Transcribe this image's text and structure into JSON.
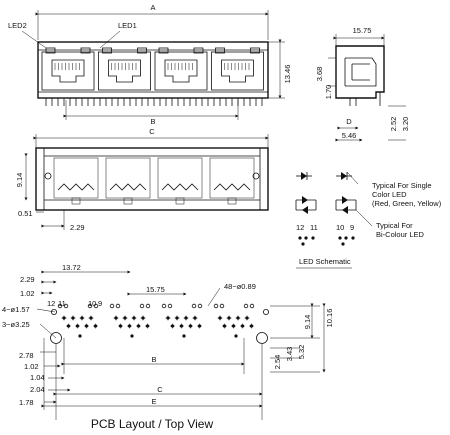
{
  "front_view": {
    "dim_a": "A",
    "dim_b": "B",
    "height": "13.46",
    "led2": "LED2",
    "led1": "LED1"
  },
  "side_view": {
    "width": "15.75",
    "d1": "3.68",
    "d2": "1.70",
    "d3": "2.52",
    "d4": "3.20",
    "dim_d": "D",
    "base": "5.46"
  },
  "bottom_view": {
    "dim_c": "C",
    "height": "9.14",
    "edge": "0.51",
    "pitch": "2.29"
  },
  "led_schematic": {
    "single": "Typical For Single Color LED (Red, Green, Yellow)",
    "single_line1": "Typical For Single",
    "single_line2": "Color LED",
    "single_line3": "(Red, Green, Yellow)",
    "bi_line1": "Typical For",
    "bi_line2": "Bi-Colour LED",
    "pins_a": [
      "12",
      "11"
    ],
    "pins_b": [
      "10",
      "9"
    ],
    "caption": "LED Schematic"
  },
  "pcb_layout": {
    "d_2_29": "2.29",
    "d_13_72": "13.72",
    "d_1_02": "1.02",
    "d_15_75": "15.75",
    "hole_small": "4−ø1.57",
    "hole_large": "3−ø3.25",
    "hole_pins": "48−ø0.89",
    "d_2_78": "2.78",
    "d_1_02b": "1.02",
    "d_1_04": "1.04",
    "d_2_04": "2.04",
    "d_1_78": "1.78",
    "d_2_54": "2.54",
    "d_3_43": "3.43",
    "d_5_32": "5.32",
    "d_9_14": "9.14",
    "d_10_16": "10.16",
    "dim_b": "B",
    "dim_c": "C",
    "dim_e": "E",
    "pin12": "12",
    "pin11": "11",
    "pin10": "10",
    "pin9": "9"
  },
  "caption": "PCB Layout / Top View"
}
